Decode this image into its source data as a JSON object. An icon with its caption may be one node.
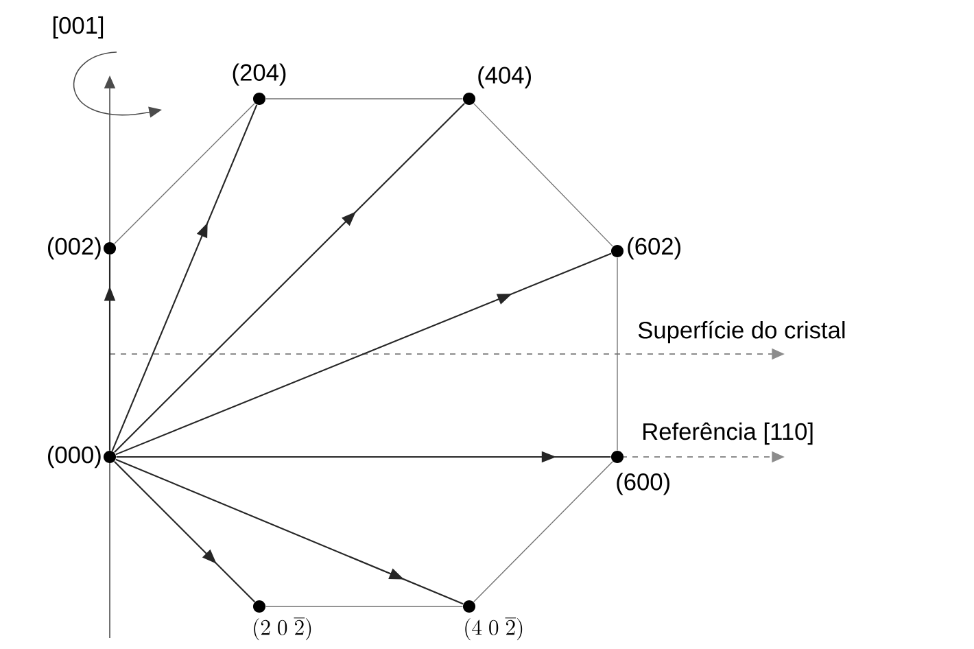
{
  "diagram": {
    "nodes": [
      {
        "text": [],
        "shape": "circle",
        "beside": [
          "(000)"
        ]
      },
      {
        "text": [],
        "shape": "circle",
        "beside": [
          "(002)"
        ]
      },
      {
        "text": [],
        "shape": "circle",
        "beside": [
          "(204)"
        ]
      },
      {
        "text": [],
        "shape": "circle",
        "beside": [
          "(404)"
        ]
      },
      {
        "text": [],
        "shape": "circle",
        "beside": [
          "(602)"
        ]
      },
      {
        "text": [],
        "shape": "circle",
        "beside": [
          "(600)"
        ]
      },
      {
        "text": [],
        "shape": "circle",
        "beside": [
          "(4\\;0\\;\\overline{2})"
        ]
      },
      {
        "text": [],
        "shape": "circle",
        "beside": [
          "(2\\;0\\;\\overline{2})"
        ]
      }
    ],
    "edges": [
      {
        "from": 0,
        "to": 1,
        "arrow": "to"
      },
      {
        "from": 0,
        "to": 2,
        "arrow": "to"
      },
      {
        "from": 0,
        "to": 3,
        "arrow": "to"
      },
      {
        "from": 0,
        "to": 4,
        "arrow": "to"
      },
      {
        "from": 0,
        "to": 5,
        "arrow": "to"
      },
      {
        "from": 0,
        "to": 6,
        "arrow": "to"
      },
      {
        "from": 0,
        "to": 7,
        "arrow": "to"
      },
      {
        "from": 1,
        "to": 2,
        "arrow": "none",
        "color": "#707070"
      },
      {
        "from": 2,
        "to": 3,
        "arrow": "none",
        "color": "#707070"
      },
      {
        "from": 3,
        "to": 4,
        "arrow": "none",
        "color": "#707070"
      },
      {
        "from": 4,
        "to": 5,
        "arrow": "none",
        "color": "#707070"
      },
      {
        "from": 5,
        "to": 6,
        "arrow": "none",
        "color": "#707070"
      },
      {
        "from": 6,
        "to": 7,
        "arrow": "none",
        "color": "#707070"
      }
    ],
    "labels": [
      "[001]",
      "Superfície do cristal",
      "Referência [110]"
    ]
  }
}
